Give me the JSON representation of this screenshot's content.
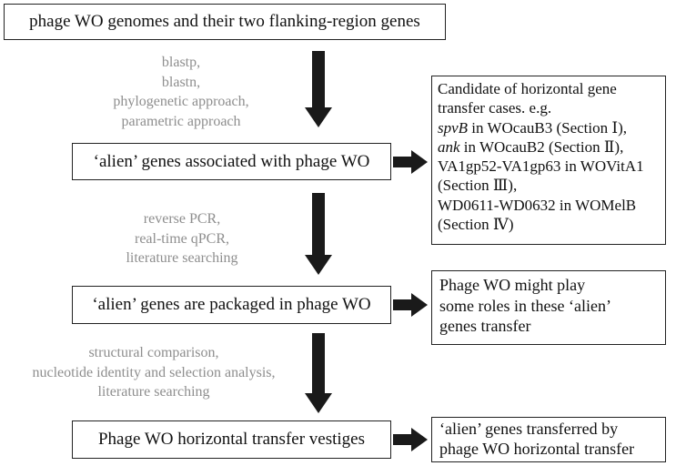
{
  "main_boxes": [
    "phage WO genomes and their two flanking-region genes",
    "‘alien’ genes associated with phage WO",
    "‘alien’ genes are packaged in phage WO",
    "Phage WO horizontal transfer vestiges"
  ],
  "methods": [
    [
      "blastp,",
      "blastn,",
      "phylogenetic approach,",
      "parametric approach"
    ],
    [
      "reverse PCR,",
      "real-time qPCR,",
      "literature searching"
    ],
    [
      "structural comparison,",
      "nucleotide identity and selection analysis,",
      "literature searching"
    ]
  ],
  "side_boxes": {
    "candidates": {
      "line1": "Candidate of horizontal gene",
      "line2": "transfer cases. e.g.",
      "line3_italic": "spvB",
      "line3_rest": " in WOcauB3 (Section Ⅰ),",
      "line4_italic": "ank",
      "line4_rest": " in WOcauB2 (Section Ⅱ),",
      "line5": "VA1gp52-VA1gp63 in WOVitA1",
      "line6": "(Section Ⅲ),",
      "line7": "WD0611-WD0632 in WOMelB",
      "line8": "(Section Ⅳ)"
    },
    "role": [
      "Phage WO might play",
      "some roles in these ‘alien’",
      "genes transfer"
    ],
    "transferred": [
      "‘alien’ genes transferred by",
      "phage WO horizontal transfer"
    ]
  },
  "colors": {
    "box_border": "#222222",
    "arrow": "#1a1a1a",
    "method_text": "#8e8e8e"
  }
}
